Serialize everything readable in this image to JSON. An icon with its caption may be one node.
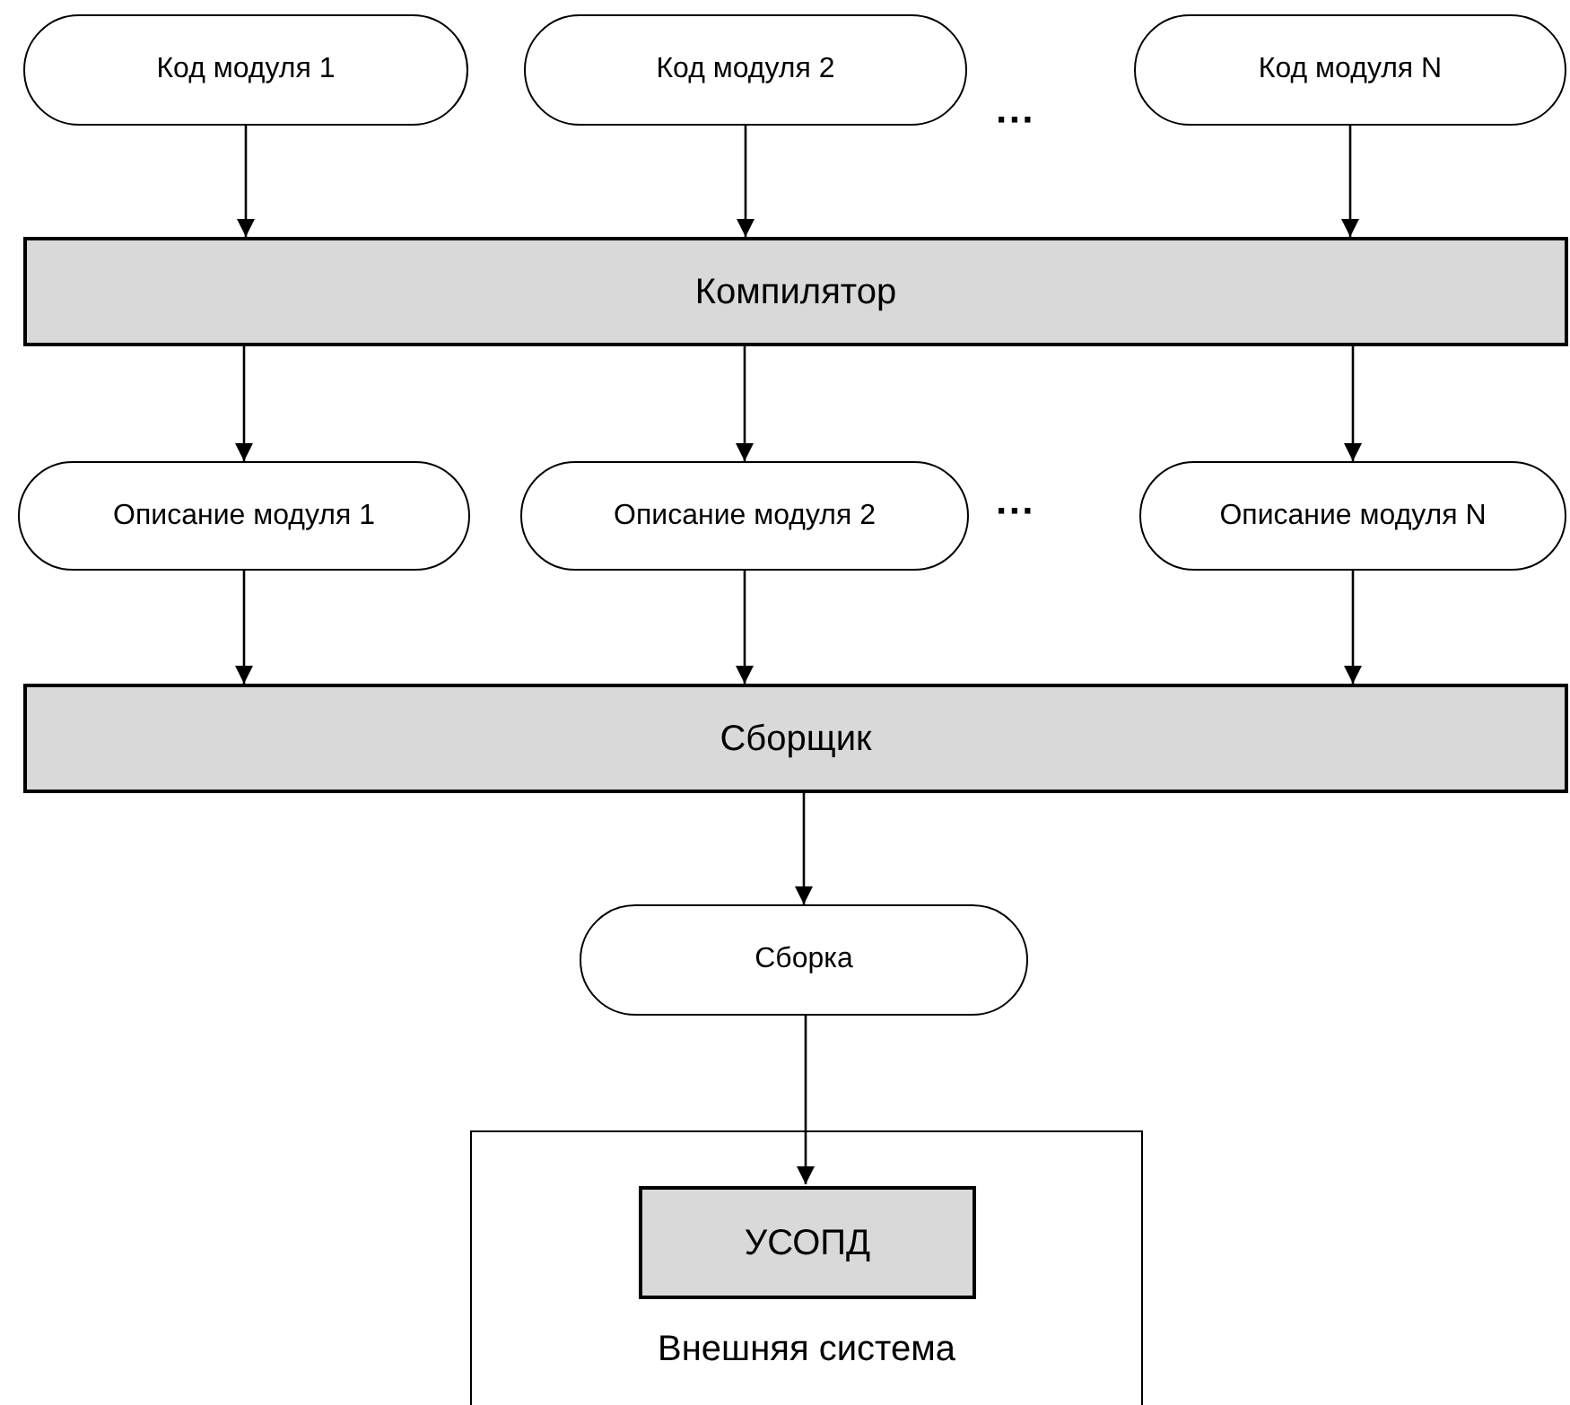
{
  "diagram": {
    "nodes": [
      {
        "text": [
          "Код модуля 1"
        ]
      },
      {
        "text": [
          "Код модуля 2"
        ]
      },
      {
        "text": [
          "Код модуля N"
        ]
      },
      {
        "text": [
          "Компилятор"
        ]
      },
      {
        "text": [
          "Описание модуля 1"
        ]
      },
      {
        "text": [
          "Описание модуля 2"
        ]
      },
      {
        "text": [
          "Описание модуля N"
        ]
      },
      {
        "text": [
          "Сборщик"
        ]
      },
      {
        "text": [
          "Сборка"
        ]
      },
      {
        "text": [
          "Внешняя система"
        ]
      },
      {
        "text": [
          "УСОПД"
        ],
        "in": 9
      }
    ],
    "edges": [
      {
        "from": 0,
        "to": 3,
        "arrow": "to"
      },
      {
        "from": 1,
        "to": 3,
        "arrow": "to"
      },
      {
        "from": 2,
        "to": 3,
        "arrow": "to"
      },
      {
        "from": 3,
        "to": 4,
        "arrow": "to"
      },
      {
        "from": 3,
        "to": 5,
        "arrow": "to"
      },
      {
        "from": 3,
        "to": 6,
        "arrow": "to"
      },
      {
        "from": 4,
        "to": 7,
        "arrow": "to"
      },
      {
        "from": 5,
        "to": 7,
        "arrow": "to"
      },
      {
        "from": 6,
        "to": 7,
        "arrow": "to"
      },
      {
        "from": 7,
        "to": 8,
        "arrow": "to"
      },
      {
        "from": 8,
        "to": 10,
        "arrow": "to"
      }
    ],
    "labels": [
      "···",
      "···"
    ]
  }
}
